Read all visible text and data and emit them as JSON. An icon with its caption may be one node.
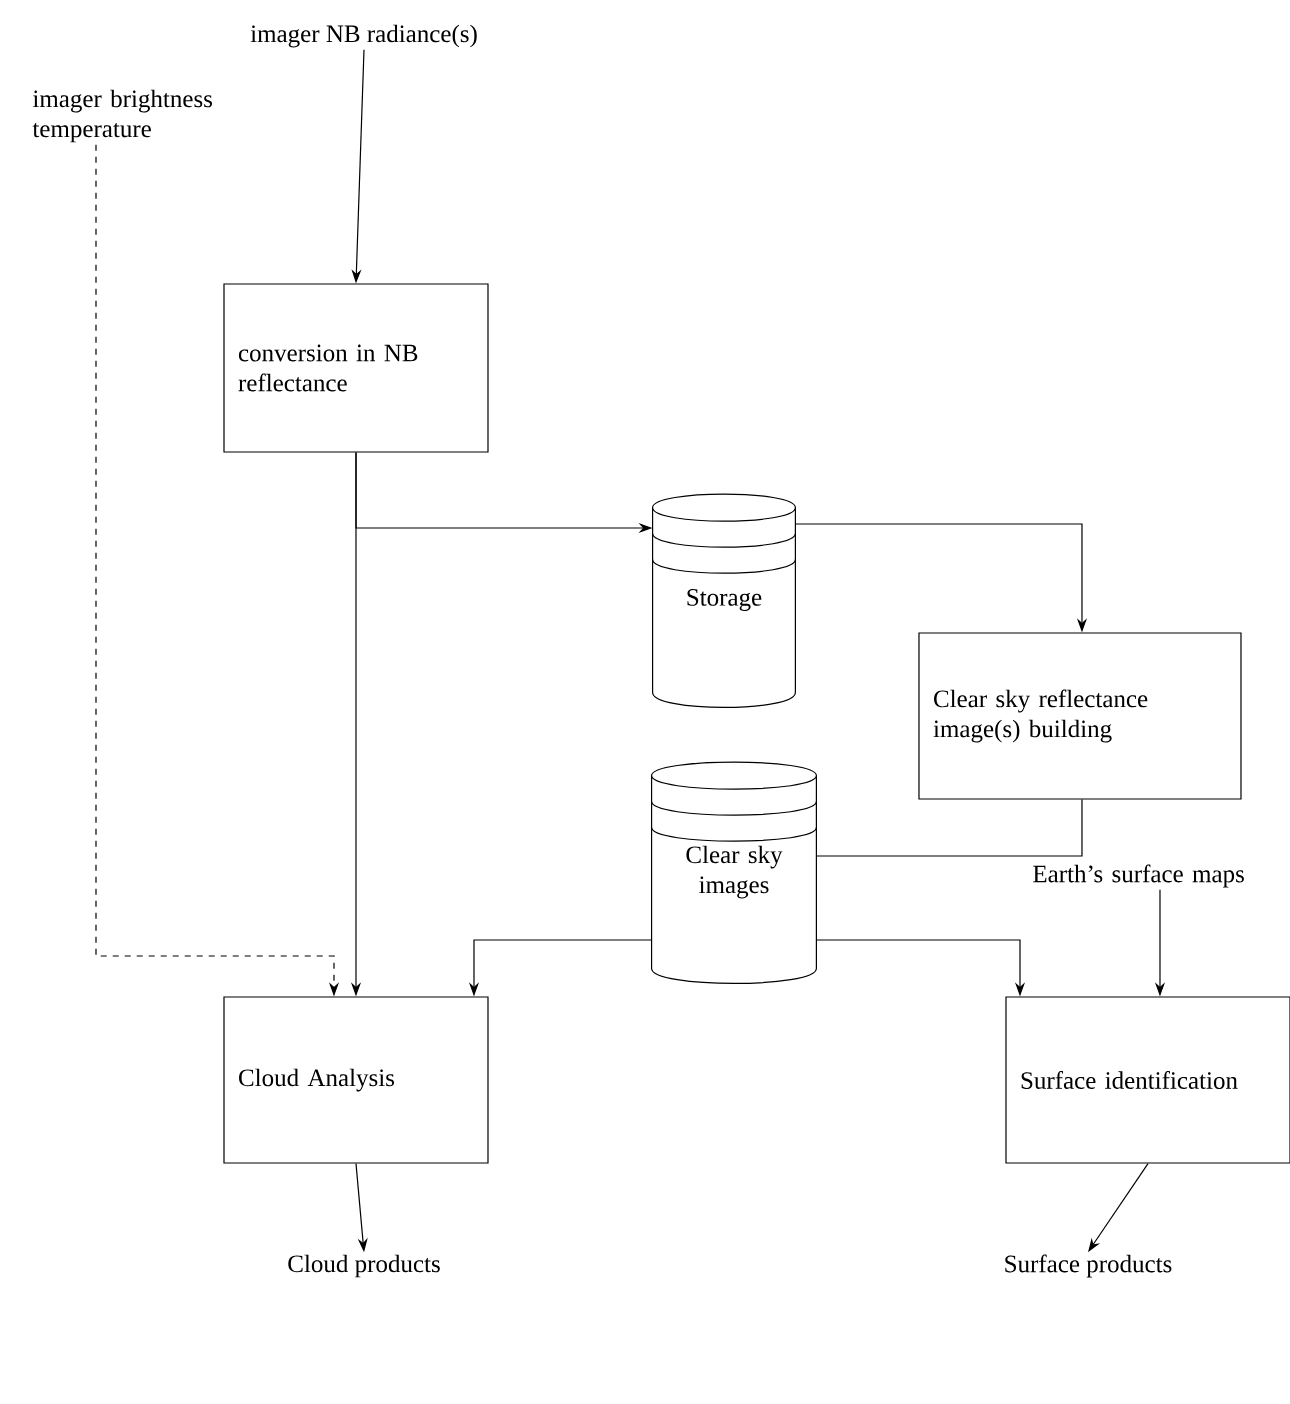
{
  "diagram": {
    "nodes": [
      {
        "text": [
          "imager NB radiance(s)"
        ]
      },
      {
        "text": [
          "imager brightness temperature"
        ]
      },
      {
        "text": [
          "conversion in NB reflectance"
        ]
      },
      {
        "text": [
          "Storage"
        ]
      },
      {
        "text": [
          "Clear sky reflectance image(s) building"
        ]
      },
      {
        "text": [
          "Clear sky images"
        ]
      },
      {
        "text": [
          "Earth’s surface maps"
        ]
      },
      {
        "text": [
          "Cloud Analysis"
        ]
      },
      {
        "text": [
          "Surface identification"
        ]
      },
      {
        "text": [
          "Cloud products"
        ]
      },
      {
        "text": [
          "Surface products"
        ]
      }
    ],
    "edges": [
      {
        "from": 0,
        "to": 2,
        "arrow": "to"
      },
      {
        "from": 1,
        "to": 7,
        "arrow": "to",
        "style": "dashed"
      },
      {
        "from": 2,
        "to": 3,
        "arrow": "to"
      },
      {
        "from": 2,
        "to": 7,
        "arrow": "to"
      },
      {
        "from": 3,
        "to": 4,
        "arrow": "to"
      },
      {
        "from": 4,
        "to": 5,
        "arrow": "none"
      },
      {
        "from": 5,
        "to": 7,
        "arrow": "to"
      },
      {
        "from": 5,
        "to": 8,
        "arrow": "to"
      },
      {
        "from": 6,
        "to": 8,
        "arrow": "to"
      },
      {
        "from": 7,
        "to": 9,
        "arrow": "to"
      },
      {
        "from": 8,
        "to": 10,
        "arrow": "to"
      }
    ]
  }
}
